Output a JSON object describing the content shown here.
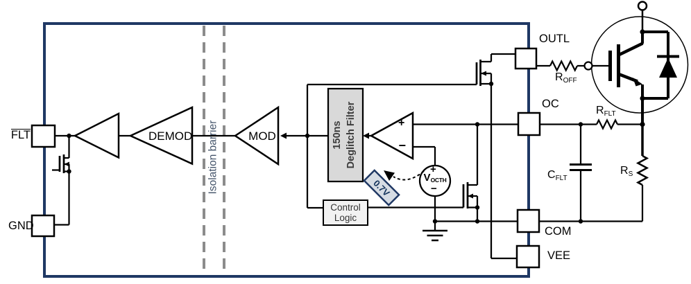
{
  "pins": {
    "flt": "FLT",
    "gnd": "GND",
    "outl": "OUTL",
    "oc": "OC",
    "com": "COM",
    "vee": "VEE"
  },
  "blocks": {
    "demod": "DEMOD",
    "mod": "MOD",
    "deglitch_line1": "150ns",
    "deglitch_line2": "Deglitch Filter",
    "control_line1": "Control",
    "control_line2": "Logic",
    "isolation_barrier": "Isolation barrier",
    "threshold_tag": "0.7V"
  },
  "comparator": {
    "plus": "+",
    "minus": "−"
  },
  "voltage_source": {
    "plus": "+",
    "minus": "−",
    "name": "V",
    "name_sub": "OCTH"
  },
  "components": {
    "r_off": {
      "name": "R",
      "sub": "OFF"
    },
    "r_flt": {
      "name": "R",
      "sub": "FLT"
    },
    "c_flt": {
      "name": "C",
      "sub": "FLT"
    },
    "r_s": {
      "name": "R",
      "sub": "S"
    }
  },
  "colors": {
    "ic_border": "#1f3864",
    "isolation_dash": "#8c8c8c",
    "filter_fill": "#d9d9d9",
    "logic_fill": "#f2f2f2",
    "tag_fill": "#d6dce4",
    "tag_border": "#1f3864",
    "wire": "#000000"
  }
}
